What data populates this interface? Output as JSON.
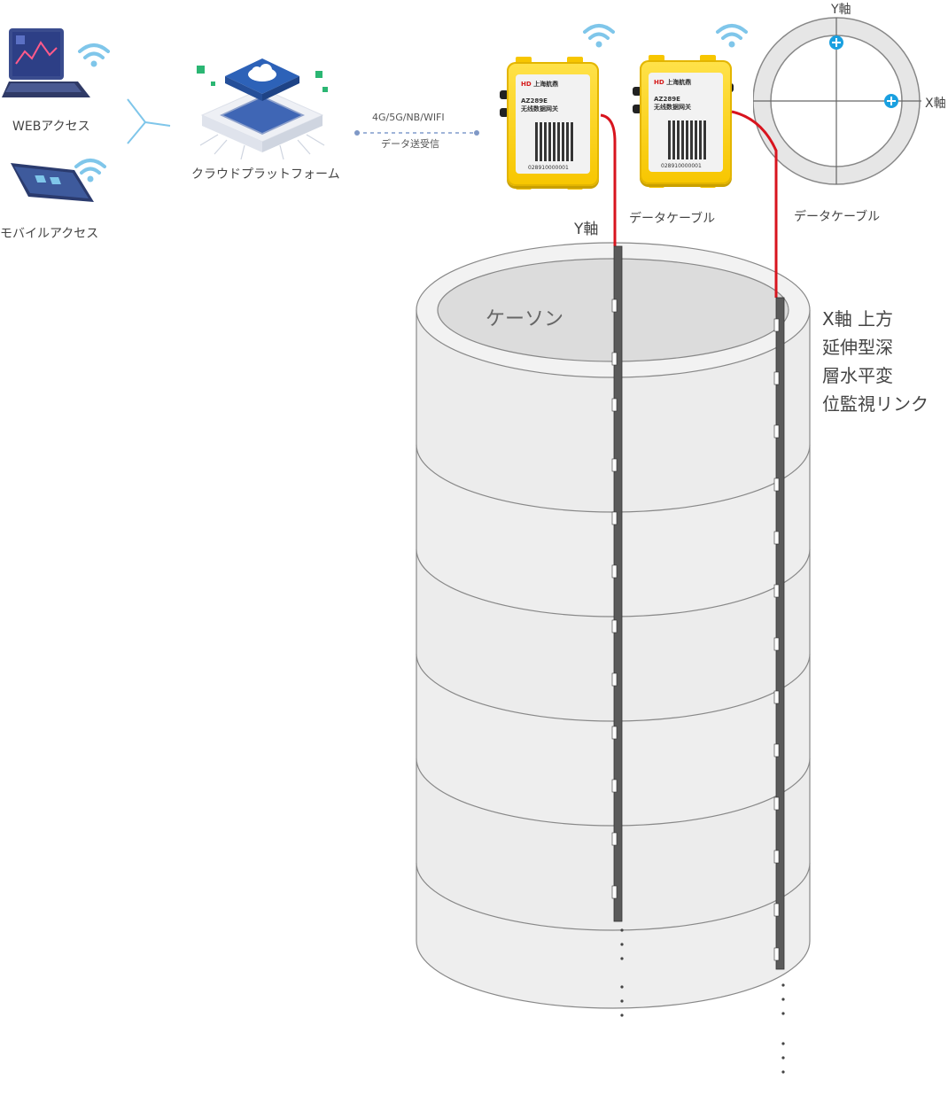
{
  "left_panel": {
    "web_access_label": "WEBアクセス",
    "mobile_access_label": "モバイルアクセス",
    "cloud_label": "クラウドプラットフォーム"
  },
  "link": {
    "protocol_label": "4G/5G/NB/WIFI",
    "transfer_label": "データ送受信"
  },
  "gateways": [
    {
      "brand": "上海航鼎",
      "model": "AZ289E",
      "subtitle": "无线数据网关",
      "serial": "028910000001"
    },
    {
      "brand": "上海航鼎",
      "model": "AZ289E",
      "subtitle": "无线数据网关",
      "serial": "028910000001"
    }
  ],
  "cables": {
    "y_axis_label": "Y軸",
    "cable_label_1": "データケーブル",
    "cable_label_2": "データケーブル"
  },
  "compass": {
    "y_label": "Y軸",
    "x_label": "X軸"
  },
  "caisson": {
    "label": "ケーソン"
  },
  "description": {
    "line1": "X軸 上方",
    "line2": "延伸型深",
    "line3": "層水平変",
    "line4": "位監視リンク"
  },
  "colors": {
    "cable": "#d8141e",
    "gateway": "#f7c600",
    "cloud": "#2d62b8",
    "wifi": "#7fc6ea",
    "marker": "#1aa0e0"
  }
}
